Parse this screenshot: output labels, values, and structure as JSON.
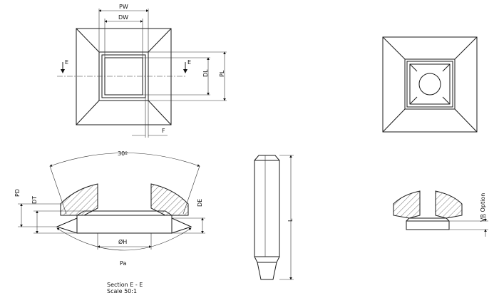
{
  "dimensions": {
    "pw": "PW",
    "dw": "DW",
    "dl": "DL",
    "pl": "PL",
    "f": "F",
    "section_mark": "E",
    "angle": "30º",
    "pd": "PD",
    "dt": "DT",
    "de": "DE",
    "h": "ØH",
    "pa": "Pa",
    "l": "L",
    "vr_option": "VR Option"
  },
  "section_note": {
    "line1": "Section E - E",
    "line2": "Scale 50:1"
  }
}
